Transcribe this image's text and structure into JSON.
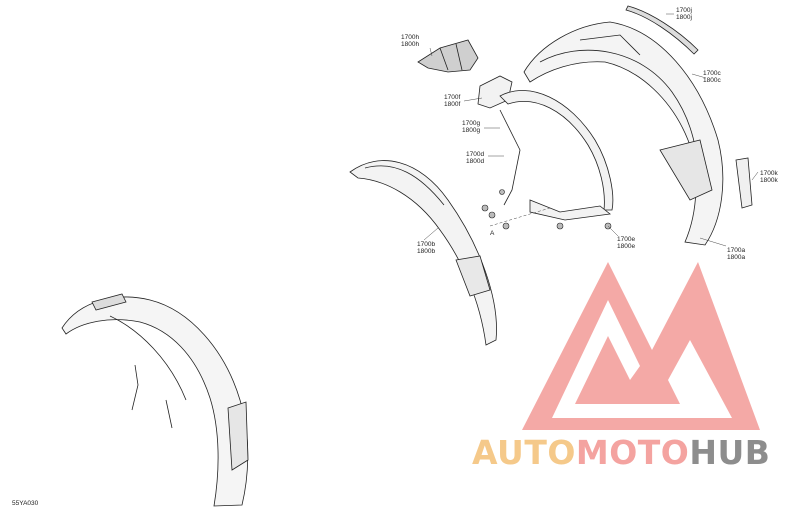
{
  "diagram": {
    "code": "55YA030",
    "callouts": [
      {
        "id": "c-1700j",
        "line1": "1700j",
        "line2": "1800j"
      },
      {
        "id": "c-1700h",
        "line1": "1700h",
        "line2": "1800h"
      },
      {
        "id": "c-1700c",
        "line1": "1700c",
        "line2": "1800c"
      },
      {
        "id": "c-1700f",
        "line1": "1700f",
        "line2": "1800f"
      },
      {
        "id": "c-1700g",
        "line1": "1700g",
        "line2": "1800g"
      },
      {
        "id": "c-1700d",
        "line1": "1700d",
        "line2": "1800d"
      },
      {
        "id": "c-1700k",
        "line1": "1700k",
        "line2": "1800k"
      },
      {
        "id": "c-1700b",
        "line1": "1700b",
        "line2": "1800b"
      },
      {
        "id": "c-1700e",
        "line1": "1700e",
        "line2": "1800e"
      },
      {
        "id": "c-1700a",
        "line1": "1700a",
        "line2": "1800a"
      }
    ],
    "marker": "A"
  },
  "watermark": {
    "part1": "AUTO",
    "part2": "MOTO",
    "part3": "HUB",
    "color_auto": "#f5c98a",
    "color_moto": "#f4a3a0",
    "color_hub": "#8d8d8d",
    "triangle_color": "#f3a29e"
  }
}
